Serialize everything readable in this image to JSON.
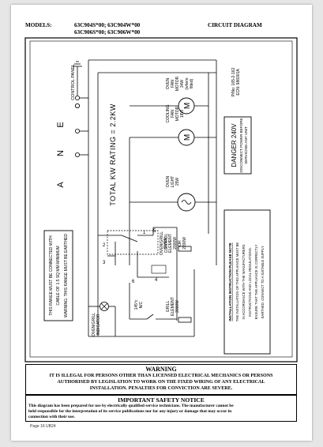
{
  "header": {
    "models_label": "MODELS:",
    "models_line1": "63C904S*00; 63C904W*00",
    "models_line2": "63C906S*00; 63C906W*00",
    "title": "CIRCUIT DIAGRAM"
  },
  "diagram": {
    "terminals": {
      "a": "A",
      "n": "N",
      "e": "E"
    },
    "control_panel": "CONTROL PANEL",
    "total_rating": "TOTAL KW RATING = 2.2KW",
    "oven_fan_motor": [
      "OVEN",
      "FAN",
      "MOTOR",
      "34W",
      "(where",
      "fitted)"
    ],
    "cooling_fan_motor": [
      "COOLING",
      "FAN",
      "MOTOR",
      "18W"
    ],
    "oven_light": [
      "OVEN",
      "LIGHT",
      "25W"
    ],
    "oven_element": [
      "OVEN",
      "ELEMENT",
      "2000W",
      "OR",
      "2200W"
    ],
    "grill_element": [
      "GRILL",
      "ELEMENT",
      "2000W"
    ],
    "oven_grill_control": [
      "OVEN/GRILL",
      "CONTROL"
    ],
    "oven_grill_indicator": [
      "OVEN/GRILL",
      "INDICATOR"
    ],
    "thermostat": [
      "145°c",
      "N/C"
    ],
    "motor_symbol": "M",
    "numbers": {
      "n1": "1",
      "n2": "2",
      "n3": "3",
      "n4": "4",
      "n5": "5",
      "n6": "6"
    },
    "part_no": [
      "P/No: 165-2-162",
      "ECN: 986001A"
    ],
    "danger": {
      "title": "DANGER 240V",
      "line1": "DISCONNECT POWER BEFORE",
      "line2": "SERVICING ANY UNIT"
    },
    "earth_warning": [
      "THIS RANGE MUST BE CONNECTED WITH",
      "CABLE OF 1.5 SQ MM MINIMUM",
      "WARNING: THIS RANGE MUST BE EARTHED"
    ],
    "installation": {
      "title": "INSTALLATION INSTRUCTION PLEASE NOTE",
      "lines": [
        "THE INSTALLATION OF THIS APPLIANCE MUST BE",
        "IN ACCORDANCE WITH THE MANUFACTURERS",
        "INSTRUCTIONS AND LOCAL REGULATIONS.",
        "ENSURE THAT THE APPLIANCE IS CORRECTLY",
        "EARTHED. CONNECT TO A SUITABLE SUPPLY."
      ]
    }
  },
  "warning": {
    "title": "WARNING",
    "line1": "IT IS ILLEGAL FOR PERSONS OTHER THAN LICENSED ELECTRICAL MECHANICS OR PERSONS",
    "line2": "AUTHORISED BY LEGISLATION TO WORK ON THE FIXED WIRING OF ANY ELECTRICAL",
    "line3": "INSTALLATION. PENALTIES FOR CONVICTION ARE SEVERE."
  },
  "notice": {
    "title": "IMPORTANT SAFETY NOTICE",
    "line1": "This diagram has been prepared for use by electrically qualified service technicians. The manufacturer cannot be",
    "line2": "held responsible for the interpretation of its service publications nor for any injury or damage that may occur in",
    "line3": "connection with their use."
  },
  "footer": {
    "page_number": "Page 16 UB24"
  }
}
